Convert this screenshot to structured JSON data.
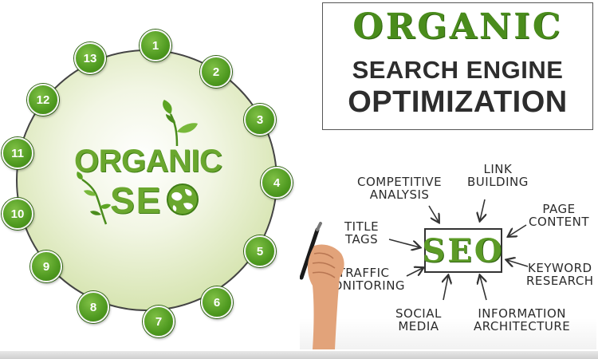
{
  "wheel": {
    "nodes": [
      "1",
      "2",
      "3",
      "4",
      "5",
      "6",
      "7",
      "8",
      "9",
      "10",
      "11",
      "12",
      "13"
    ],
    "organic_word": "ORGANIC",
    "seo_word": "SE"
  },
  "title_box": {
    "line1": "ORGANIC",
    "line2": "SEARCH ENGINE",
    "line3": "OPTIMIZATION"
  },
  "board": {
    "center": "SEO",
    "labels": {
      "competitive": [
        "COMPETITIVE",
        "ANALYSIS"
      ],
      "link": [
        "LINK",
        "BUILDING"
      ],
      "page": [
        "PAGE",
        "CONTENT"
      ],
      "title": [
        "TITLE",
        "TAGS"
      ],
      "keyword": [
        "KEYWORD",
        "RESEARCH"
      ],
      "traffic": [
        "TRAFFIC",
        "MONITORING"
      ],
      "social": [
        "SOCIAL",
        "MEDIA"
      ],
      "information": [
        "INFORMATION",
        "ARCHITECTURE"
      ]
    }
  },
  "colors": {
    "green": "#6aa72e",
    "dark_green": "#3f7d16",
    "node_green": "#4f9a20",
    "ink": "#2b2b2b"
  }
}
